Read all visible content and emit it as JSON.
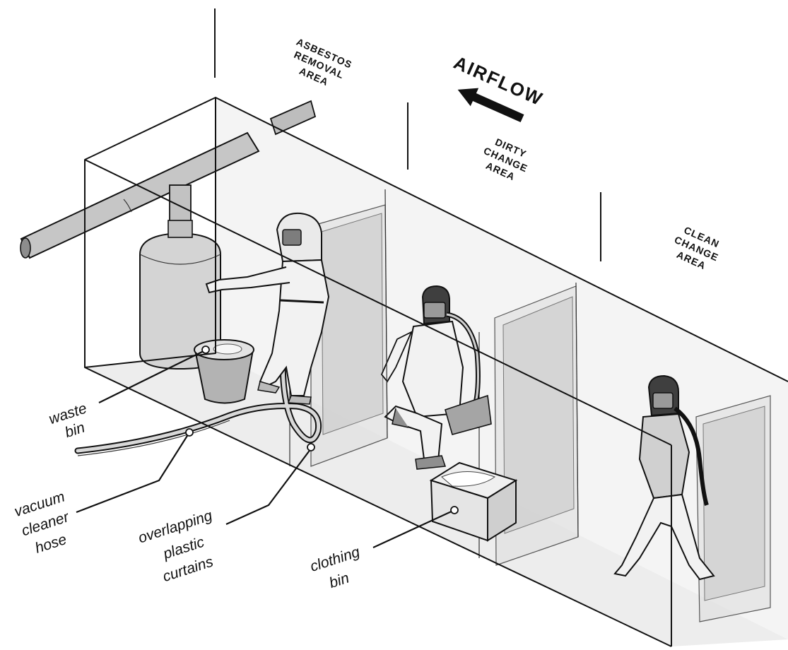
{
  "zones": {
    "asbestos_removal": [
      "ASBESTOS",
      "REMOVAL",
      "AREA"
    ],
    "dirty_change": [
      "DIRTY",
      "CHANGE",
      "AREA"
    ],
    "clean_change": [
      "CLEAN",
      "CHANGE",
      "AREA"
    ]
  },
  "airflow": {
    "label": "AIRFLOW",
    "direction": "left",
    "icon": "arrow-left-icon"
  },
  "callouts": {
    "waste_bin": [
      "waste",
      "bin"
    ],
    "vacuum_hose": [
      "vacuum",
      "cleaner",
      "hose"
    ],
    "plastic_curtains": [
      "overlapping",
      "plastic",
      "curtains"
    ],
    "clothing_bin": [
      "clothing",
      "bin"
    ]
  },
  "colors": {
    "line": "#111111",
    "fill_light": "#e6e6e6",
    "fill_mid": "#c8c8c8",
    "fill_dark": "#9a9a9a",
    "background": "#ffffff"
  }
}
